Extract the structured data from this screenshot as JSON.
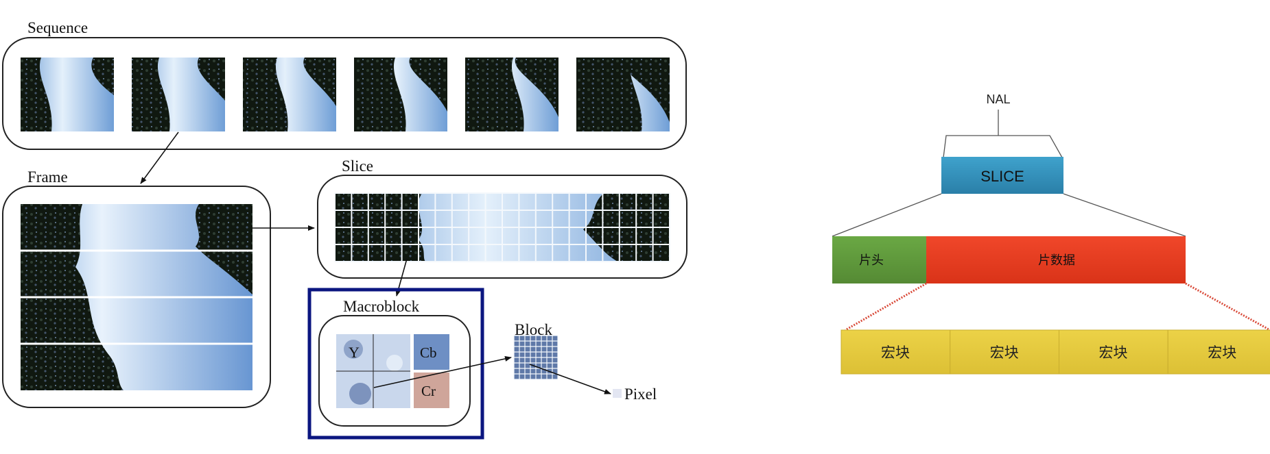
{
  "left_diagram": {
    "sequence_label": "Sequence",
    "frame_label": "Frame",
    "slice_label": "Slice",
    "macroblock_label": "Macroblock",
    "y_label": "Y",
    "cb_label": "Cb",
    "cr_label": "Cr",
    "block_label": "Block",
    "pixel_label": "Pixel",
    "sequence_frame_count": 6
  },
  "right_diagram": {
    "nal_label": "NAL",
    "slice_label": "SLICE",
    "header_label": "片头",
    "data_label": "片数据",
    "macroblocks": [
      "宏块",
      "宏块",
      "宏块",
      "宏块"
    ]
  },
  "colors": {
    "sky_light": "#e4f0fb",
    "sky_dark": "#6f9ed6",
    "tree": "#111a12",
    "macroblock_border": "#0b1680",
    "slice_box": "#2d8db8",
    "header_box": "#5f9a3c",
    "data_box": "#e63a1f",
    "macroblock_fill": "#e5c93a",
    "dotted_red": "#d94b3a"
  }
}
